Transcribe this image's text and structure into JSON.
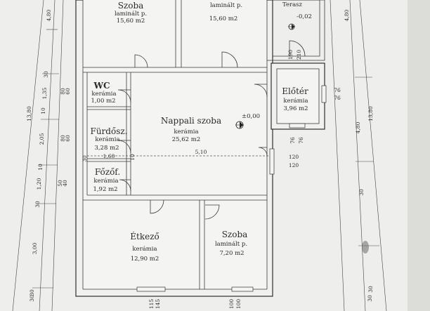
{
  "rooms": [
    {
      "id": "szoba-1",
      "name": "Szoba",
      "floor": "laminált p.",
      "area": "15,60 m2"
    },
    {
      "id": "szoba-2",
      "name": "",
      "floor": "laminált p.",
      "area": "15,60 m2"
    },
    {
      "id": "terasz",
      "name": "Terasz",
      "floor": "",
      "area": ""
    },
    {
      "id": "wc",
      "name": "WC",
      "floor": "kerámia",
      "area": "1,00 m2"
    },
    {
      "id": "nappali",
      "name": "Nappali szoba",
      "floor": "kerámia",
      "area": "25,62 m2"
    },
    {
      "id": "eloter",
      "name": "Előtér",
      "floor": "kerámia",
      "area": "3,96 m2"
    },
    {
      "id": "furdo",
      "name": "Fürdősz.",
      "floor": "kerámia",
      "area": "3,28 m2"
    },
    {
      "id": "fozo",
      "name": "Főzőf.",
      "floor": "kerámia",
      "area": "1,92 m2"
    },
    {
      "id": "etkezo",
      "name": "Étkező",
      "floor": "kerámia",
      "area": "12,90 m2"
    },
    {
      "id": "szoba-3",
      "name": "Szoba",
      "floor": "laminált p.",
      "area": "7,20 m2"
    }
  ],
  "levels": {
    "terasz": "-0,02",
    "nappali": "±0,00"
  },
  "dimensions": {
    "left_total": "13,80",
    "left_top": "4,80",
    "left_a": "30",
    "left_b": "1,35",
    "left_c": "10",
    "left_d": "2,05",
    "left_e": "10",
    "left_f": "1,20",
    "left_g": "30",
    "left_h": "3,00",
    "left_i": "30",
    "wc_door_a": "60",
    "wc_door_b": "80",
    "furdo_door_a": "60",
    "furdo_door_b": "80",
    "fozo_door_a": "40",
    "fozo_door_b": "50",
    "right_total": "13,80",
    "right_a": "4,80",
    "right_b": "30",
    "right_c": "30",
    "right_top": "4,80",
    "terasz_door_a": "190",
    "terasz_door_b": "210",
    "eloter_win_a": "76",
    "eloter_win_b": "76",
    "eloter_win_c": "76",
    "eloter_win_d": "76",
    "nappali_win_a": "120",
    "nappali_win_b": "120",
    "inner_len": "5,10",
    "inner_short": "1,60",
    "inner_a": "30",
    "inner_b": "10",
    "bottom_a": "115",
    "bottom_b": "145",
    "bottom_c": "100",
    "bottom_d": "100",
    "bottom_left": "30",
    "bottom_right": "30"
  }
}
